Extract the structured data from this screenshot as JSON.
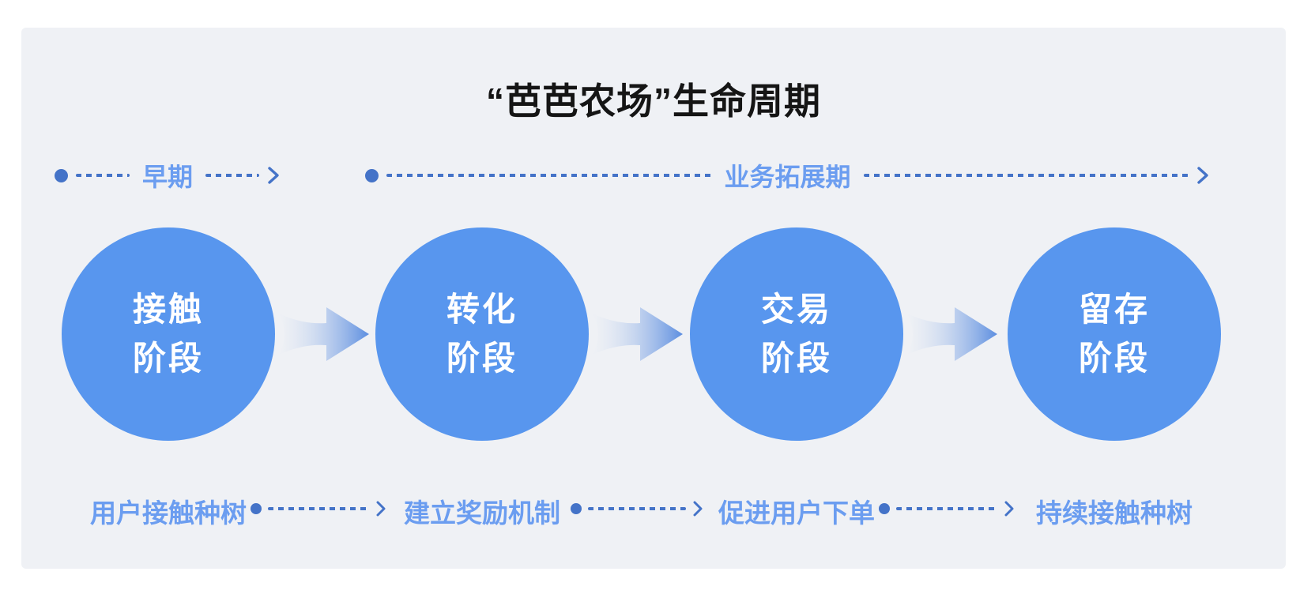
{
  "title": "“芭芭农场”生命周期",
  "timeline": {
    "early_label": "早期",
    "expansion_label": "业务拓展期"
  },
  "stages": [
    {
      "line1": "接触",
      "line2": "阶段",
      "note": "用户接触种树"
    },
    {
      "line1": "转化",
      "line2": "阶段",
      "note": "建立奖励机制"
    },
    {
      "line1": "交易",
      "line2": "阶段",
      "note": "促进用户下单"
    },
    {
      "line1": "留存",
      "line2": "阶段",
      "note": "持续接触种树"
    }
  ],
  "colors": {
    "card_background": "#EFF1F5",
    "stage_circle": "#5896EE",
    "label_text": "#6B9DF0",
    "connector": "#4473C8",
    "title_text": "#151515"
  },
  "icons": {
    "arrow_head": "dashed-arrow-head",
    "flow_arrow": "gradient-right-arrow"
  }
}
